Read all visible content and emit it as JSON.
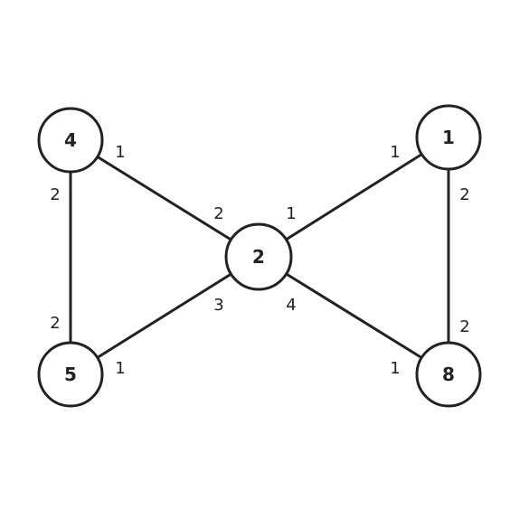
{
  "nodes": [
    {
      "id": "n4",
      "label": "4"
    },
    {
      "id": "n1",
      "label": "1"
    },
    {
      "id": "n2",
      "label": "2"
    },
    {
      "id": "n5",
      "label": "5"
    },
    {
      "id": "n8",
      "label": "8"
    }
  ],
  "edges": [
    {
      "from": "n4",
      "to": "n2"
    },
    {
      "from": "n4",
      "to": "n5"
    },
    {
      "from": "n2",
      "to": "n1"
    },
    {
      "from": "n2",
      "to": "n5"
    },
    {
      "from": "n2",
      "to": "n8"
    },
    {
      "from": "n1",
      "to": "n8"
    }
  ],
  "port_labels": {
    "n4_to_n2": "1",
    "n4_to_n5": "2",
    "n2_to_n4": "2",
    "n2_to_n1": "1",
    "n2_to_n5": "3",
    "n2_to_n8": "4",
    "n1_to_n2": "1",
    "n1_to_n8": "2",
    "n5_to_n4": "2",
    "n5_to_n2": "1",
    "n8_to_n1": "2",
    "n8_to_n2": "1"
  }
}
